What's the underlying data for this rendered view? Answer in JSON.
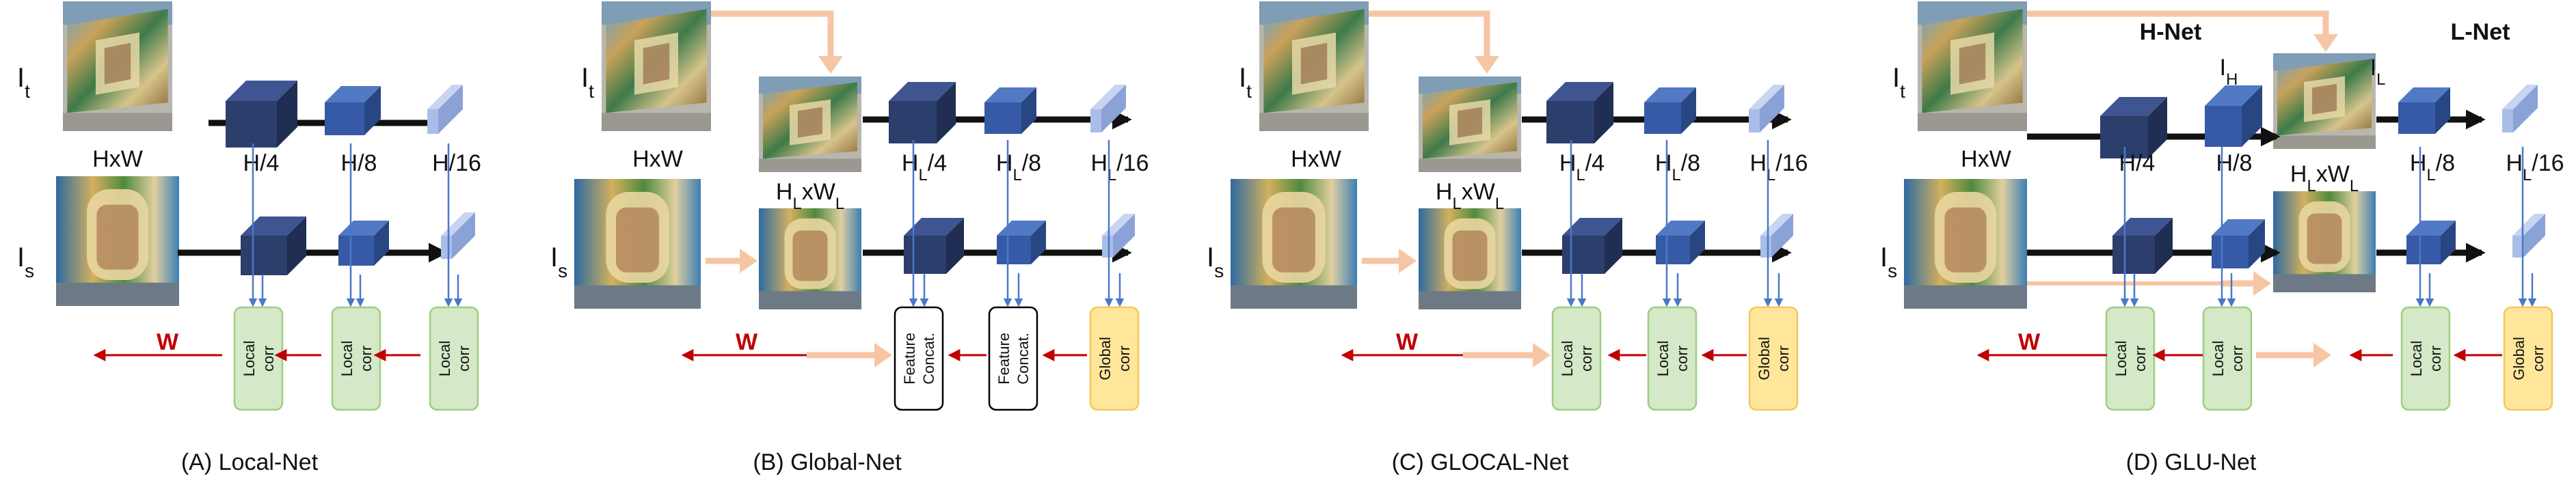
{
  "colors": {
    "local_corr_fill": "#d5e8c7",
    "local_corr_stroke": "#9ccf80",
    "global_corr_fill": "#ffe69a",
    "global_corr_stroke": "#f5c85c",
    "feature_concat_fill": "#ffffff",
    "feature_concat_stroke": "#000000",
    "flow_arrow": "#c00000",
    "upsample_arrow": "#f6c6a4",
    "feature_arrow": "#111111",
    "vertical_arrow": "#4a78c8",
    "cube_dark": "#2b3e6c",
    "cube_mid": "#365aa6",
    "cube_light": "#9fb5e3"
  },
  "panels": {
    "a": {
      "caption": "(A) Local-Net",
      "target_label": "I",
      "target_sub": "t",
      "source_label": "I",
      "source_sub": "s",
      "size_label": "HxW",
      "scale_labels": [
        "H/4",
        "H/8",
        "H/16"
      ],
      "corr_labels": [
        [
          "Local",
          "corr"
        ],
        [
          "Local",
          "corr"
        ],
        [
          "Local",
          "corr"
        ]
      ],
      "flow_label": "W"
    },
    "b": {
      "caption": "(B) Global-Net",
      "target_label": "I",
      "target_sub": "t",
      "source_label": "I",
      "source_sub": "s",
      "size_label": "HxW",
      "resized_label": {
        "a": "H",
        "a_sub": "L",
        "b": "xW",
        "b_sub": "L"
      },
      "scale_labels": [
        {
          "base": "H",
          "sub": "L",
          "rest": "/4"
        },
        {
          "base": "H",
          "sub": "L",
          "rest": "/8"
        },
        {
          "base": "H",
          "sub": "L",
          "rest": "/16"
        }
      ],
      "corr_labels": [
        [
          "Feature",
          "Concat."
        ],
        [
          "Feature",
          "Concat."
        ],
        [
          "Global",
          "corr"
        ]
      ],
      "flow_label": "W"
    },
    "c": {
      "caption": "(C) GLOCAL-Net",
      "target_label": "I",
      "target_sub": "t",
      "source_label": "I",
      "source_sub": "s",
      "size_label": "HxW",
      "resized_label": {
        "a": "H",
        "a_sub": "L",
        "b": "xW",
        "b_sub": "L"
      },
      "scale_labels": [
        {
          "base": "H",
          "sub": "L",
          "rest": "/4"
        },
        {
          "base": "H",
          "sub": "L",
          "rest": "/8"
        },
        {
          "base": "H",
          "sub": "L",
          "rest": "/16"
        }
      ],
      "corr_labels": [
        [
          "Local",
          "corr"
        ],
        [
          "Local",
          "corr"
        ],
        [
          "Global",
          "corr"
        ]
      ],
      "flow_label": "W"
    },
    "d": {
      "caption": "(D) GLU-Net",
      "target_label": "I",
      "target_sub": "t",
      "source_label": "I",
      "source_sub": "s",
      "size_label": "HxW",
      "resized_label": {
        "a": "H",
        "a_sub": "L",
        "b": "xW",
        "b_sub": "L"
      },
      "h_net_title": "H-Net",
      "l_net_title": "L-Net",
      "ih_label": {
        "base": "I",
        "sub": "H"
      },
      "il_label": {
        "base": "I",
        "sub": "L"
      },
      "scale_labels": [
        {
          "base": "H",
          "sub": "",
          "rest": "/4"
        },
        {
          "base": "H",
          "sub": "",
          "rest": "/8"
        },
        {
          "base": "H",
          "sub": "L",
          "rest": "/8"
        },
        {
          "base": "H",
          "sub": "L",
          "rest": "/16"
        }
      ],
      "corr_labels": [
        [
          "Local",
          "corr"
        ],
        [
          "Local",
          "corr"
        ],
        [
          "Local",
          "corr"
        ],
        [
          "Global",
          "corr"
        ]
      ],
      "flow_label": "W"
    }
  }
}
